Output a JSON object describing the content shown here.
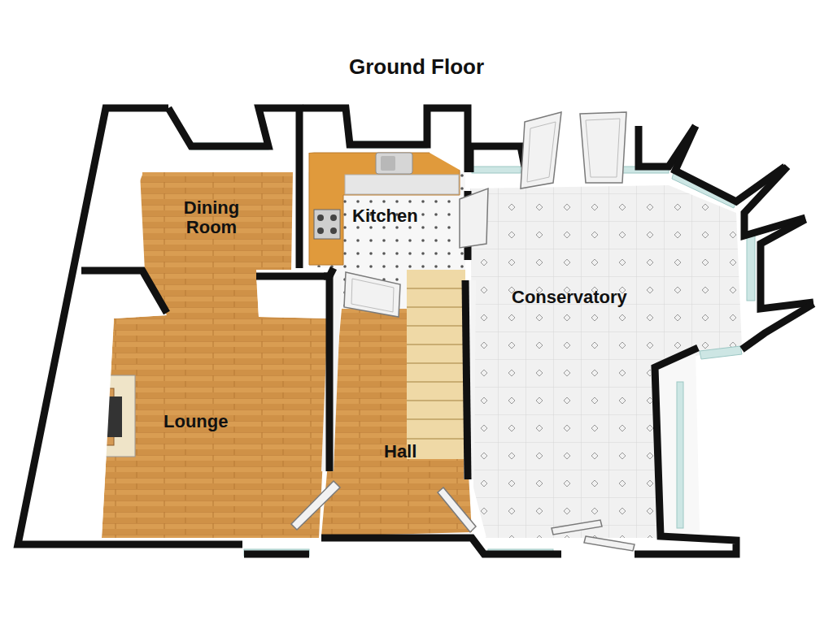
{
  "diagram": {
    "title": "Ground Floor",
    "nodes": [
      {
        "text": [
          "Dining Room"
        ]
      },
      {
        "text": [
          "Kitchen"
        ]
      },
      {
        "text": [
          "Conservatory"
        ]
      },
      {
        "text": [
          "Lounge"
        ]
      },
      {
        "text": [
          "Hall"
        ]
      }
    ]
  }
}
